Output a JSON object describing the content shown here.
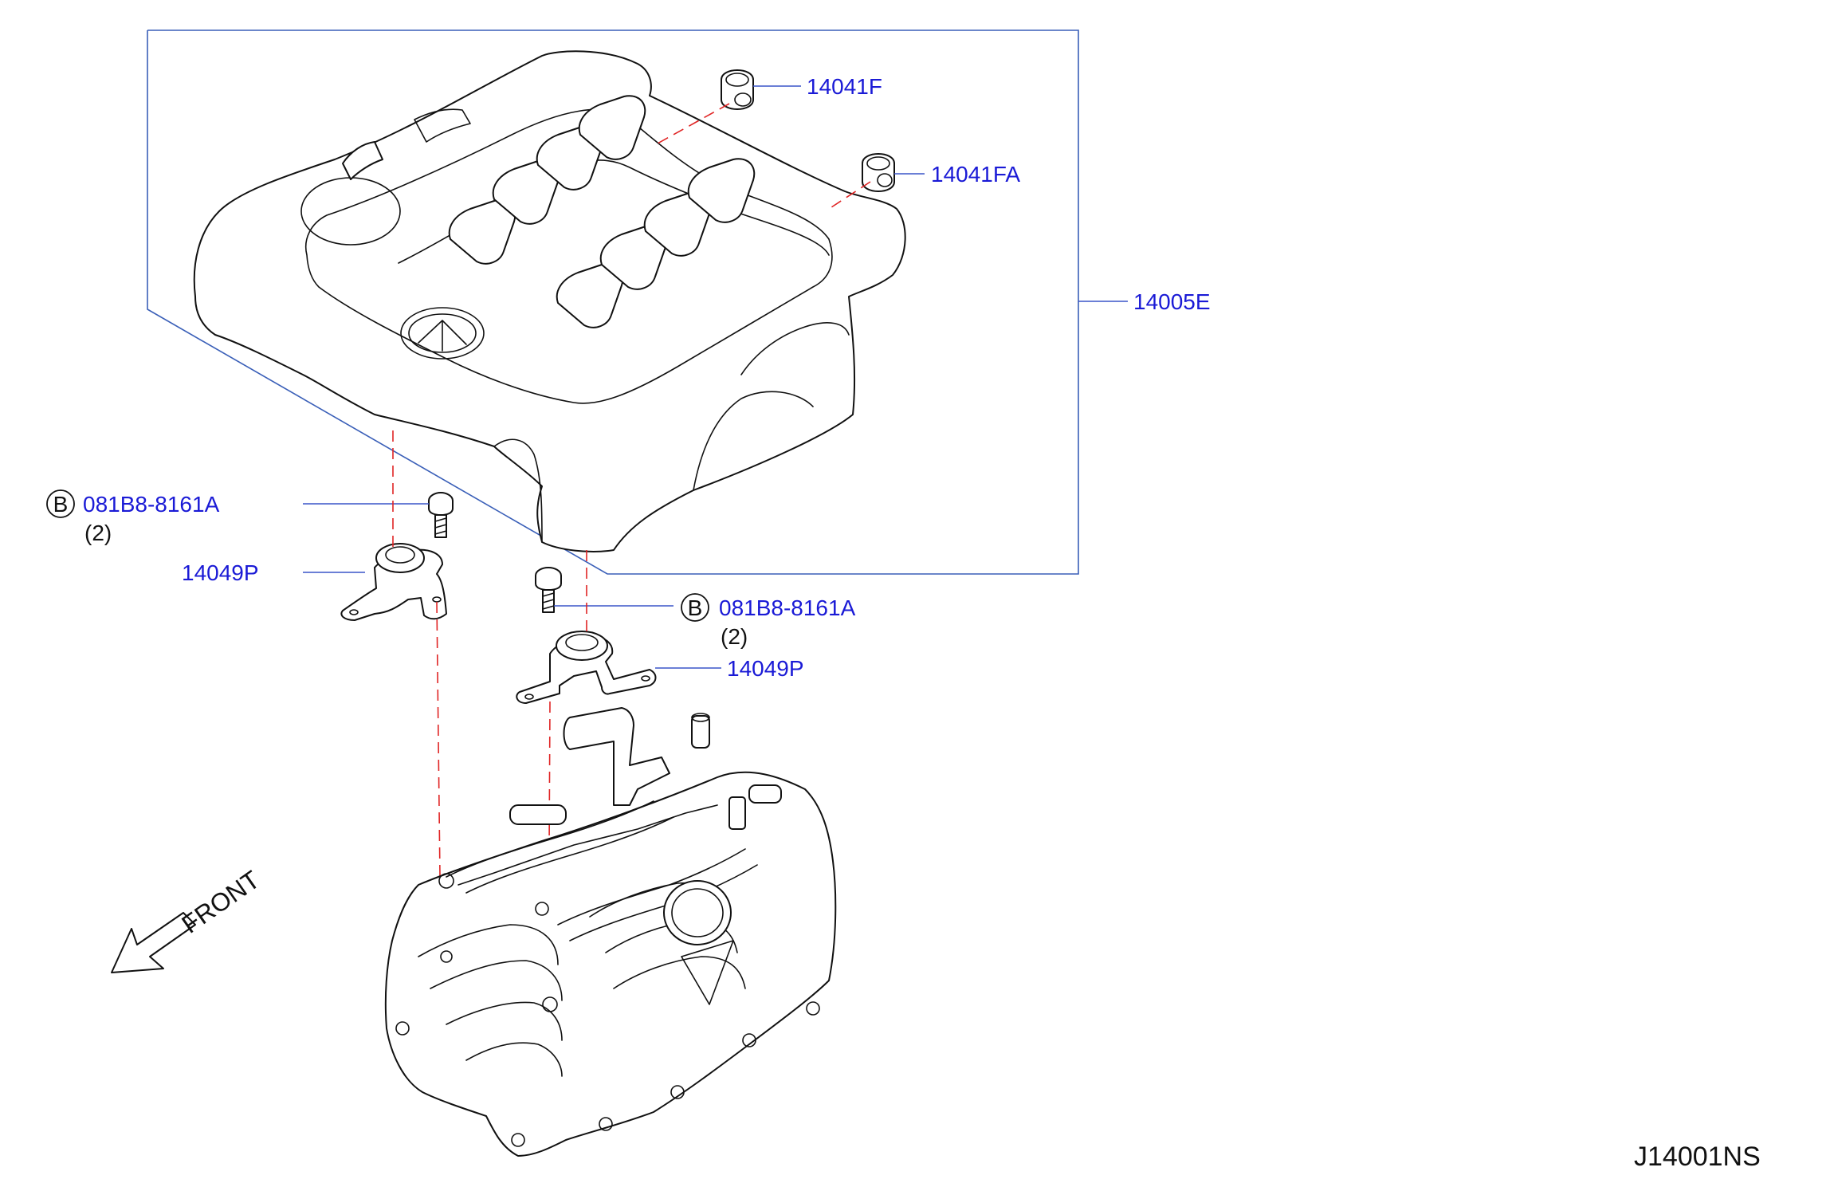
{
  "diagram": {
    "parts": {
      "p14041F": "14041F",
      "p14041FA": "14041FA",
      "p14005E": "14005E",
      "bolt_upper": "081B8-8161A",
      "bolt_upper_qty": "(2)",
      "bolt_upper_mark": "B",
      "bracket_left": "14049P",
      "bolt_lower": "081B8-8161A",
      "bolt_lower_qty": "(2)",
      "bolt_lower_mark": "B",
      "bracket_right": "14049P"
    },
    "front_label": "FRONT",
    "ref_code": "J14001NS"
  },
  "colors": {
    "label": "#1a1ad6",
    "leader": "#3a55c8",
    "frame": "#3a5fb8",
    "dashed_guide": "#e02424",
    "drawing": "#111111"
  }
}
